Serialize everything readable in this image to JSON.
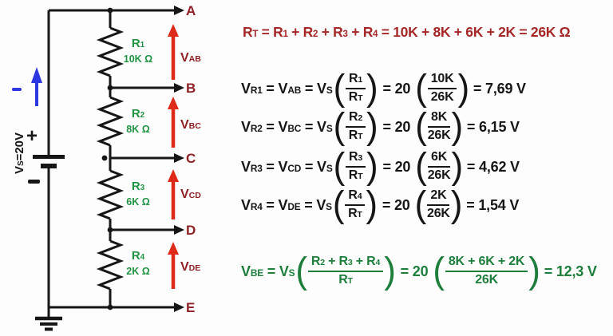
{
  "colors": {
    "maroon": "#8f2024",
    "bright_red": "#de2a18",
    "green": "#219344",
    "eq_green": "#1e7e3c",
    "blue": "#2b38e2",
    "black": "#161616",
    "eq_red": "#a52727",
    "bg": "#fdfdfd"
  },
  "symbols": {
    "open_paren": "(",
    "close_paren": ")"
  },
  "circuit": {
    "source": {
      "label": "V~S~=20V",
      "plus": "+",
      "minus": "−",
      "current_minus": "−"
    },
    "nodes": [
      {
        "label": "A"
      },
      {
        "label": "B"
      },
      {
        "label": "C"
      },
      {
        "label": "D"
      },
      {
        "label": "E"
      }
    ],
    "resistors": [
      {
        "name": "R~1~",
        "value": "10K Ω"
      },
      {
        "name": "R~2~",
        "value": "8K Ω"
      },
      {
        "name": "R~3~",
        "value": "6K Ω"
      },
      {
        "name": "R~4~",
        "value": "2K Ω"
      }
    ],
    "voltage_arrows": [
      {
        "label": "V~AB~"
      },
      {
        "label": "V~BC~"
      },
      {
        "label": "V~CD~"
      },
      {
        "label": "V~DE~"
      }
    ]
  },
  "equations": {
    "total_resistance": "R~T~ = R~1~ + R~2~ + R~3~ + R~4~ = 10K + 8K + 6K + 2K = 26K Ω",
    "voltage_rows": [
      {
        "lhs": "V~R1~ = V~AB~ = V~S~",
        "frac1_num": "R~1~",
        "frac1_den": "R~T~",
        "mid": "= 20",
        "frac2_num": "10K",
        "frac2_den": "26K",
        "result": "= 7,69 V"
      },
      {
        "lhs": "V~R2~ = V~BC~ = V~S~",
        "frac1_num": "R~2~",
        "frac1_den": "R~T~",
        "mid": "= 20",
        "frac2_num": "8K",
        "frac2_den": "26K",
        "result": "= 6,15 V"
      },
      {
        "lhs": "V~R3~ = V~CD~ = V~S~",
        "frac1_num": "R~3~",
        "frac1_den": "R~T~",
        "mid": "= 20",
        "frac2_num": "6K",
        "frac2_den": "26K",
        "result": "= 4,62 V"
      },
      {
        "lhs": "V~R4~ = V~DE~ = V~S~",
        "frac1_num": "R~4~",
        "frac1_den": "R~T~",
        "mid": "= 20",
        "frac2_num": "2K",
        "frac2_den": "26K",
        "result": "= 1,54 V"
      }
    ],
    "vbe": {
      "lhs": "V~BE~ = V~S~",
      "frac1_num": "R~2~ + R~3~ + R~4~",
      "frac1_den": "R~T~",
      "mid": "= 20",
      "frac2_num": "8K + 6K + 2K",
      "frac2_den": "26K",
      "result": "= 12,3 V"
    }
  }
}
